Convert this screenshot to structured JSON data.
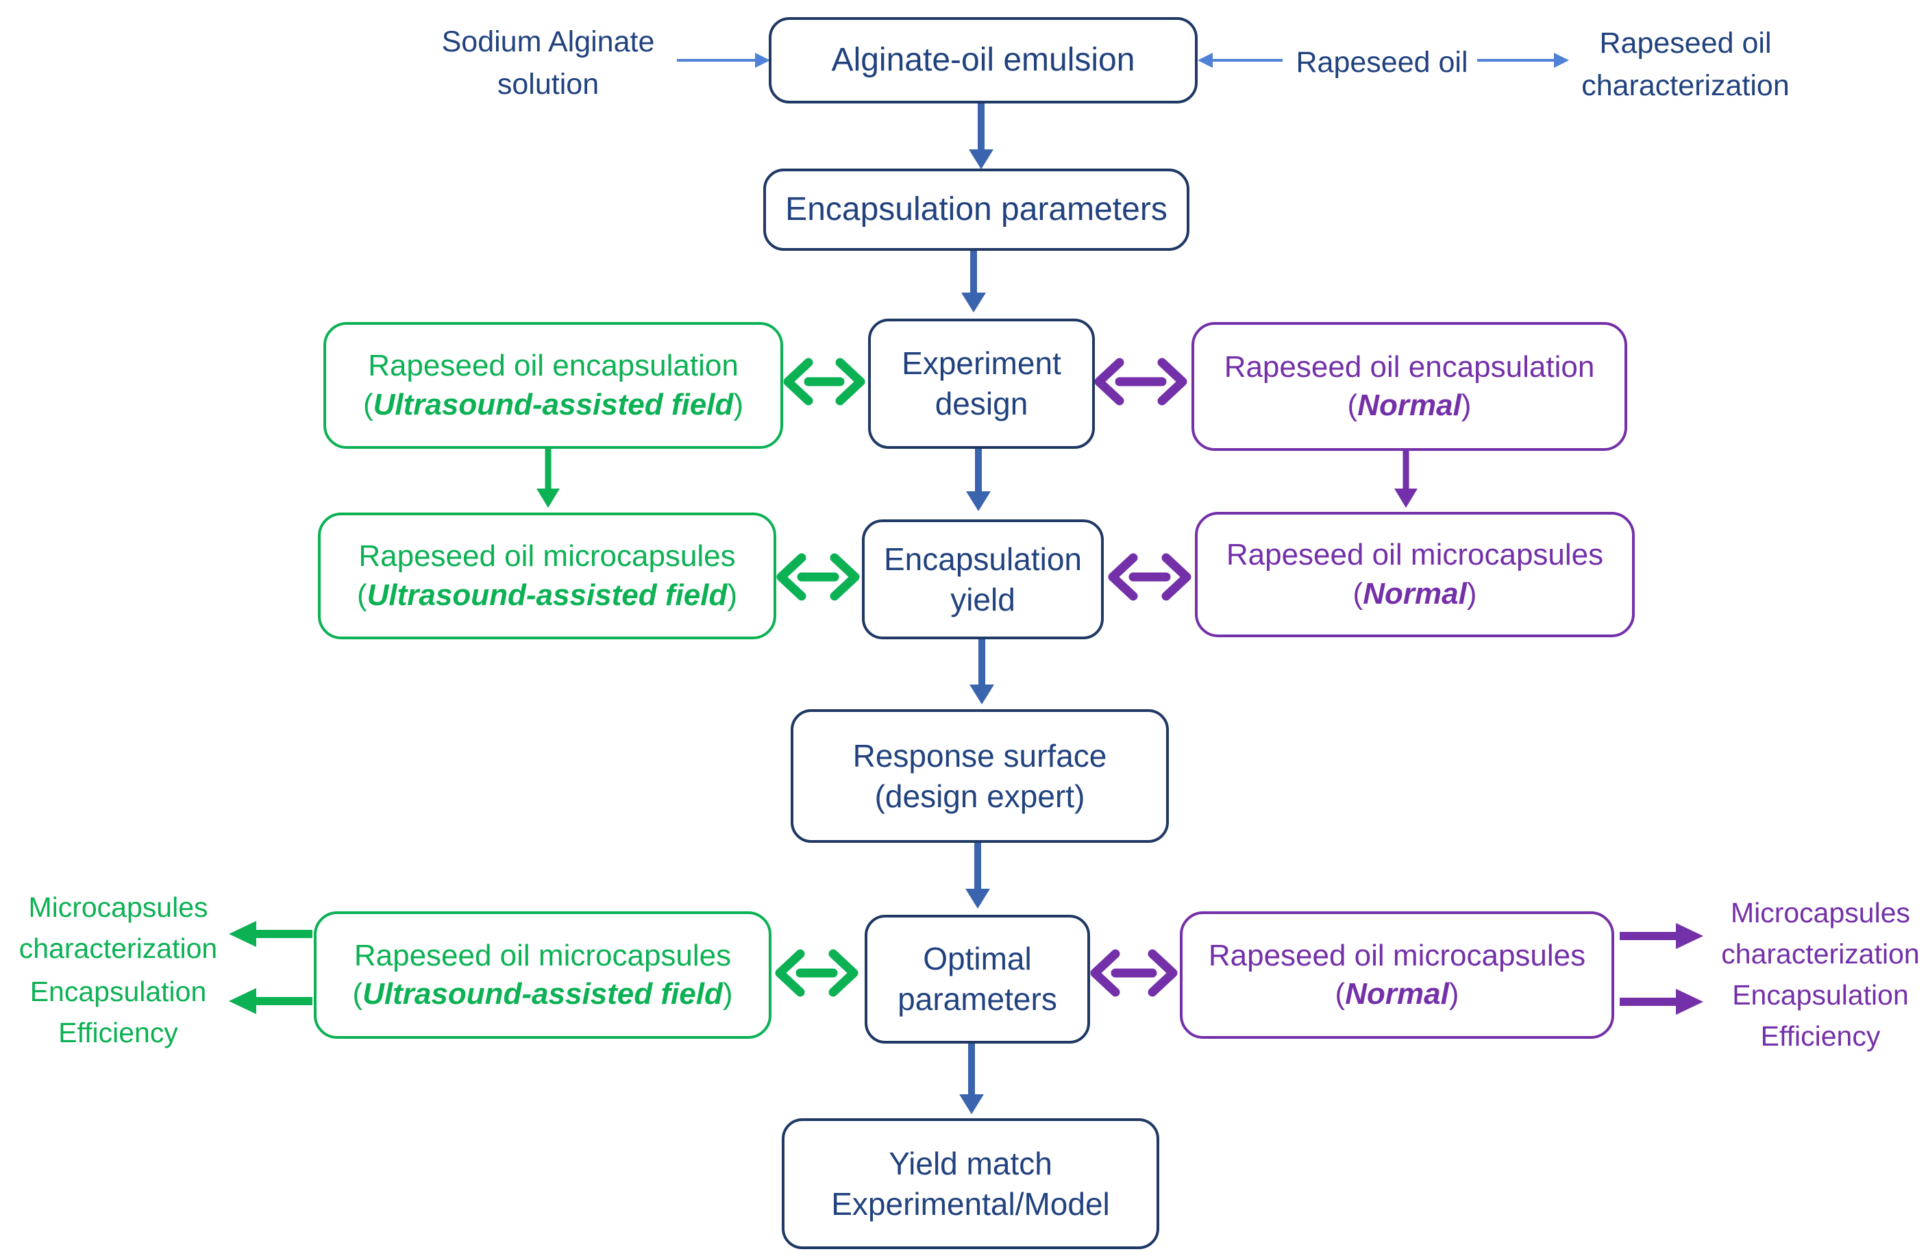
{
  "colors": {
    "navy_border": "#1f3864",
    "navy_text": "#21427e",
    "flow_arrow_blue": "#3b64ae",
    "thin_arrow_light_blue": "#4f81d7",
    "ultrasound_green": "#0cb154",
    "normal_purple": "#7430a8",
    "background": "#ffffff"
  },
  "top_row": {
    "sodium_alginate_solution": {
      "line1": "Sodium Alginate",
      "line2": "solution"
    },
    "alginate_oil_emulsion": "Alginate-oil emulsion",
    "rapeseed_oil": "Rapeseed oil",
    "rapeseed_oil_characterization": {
      "line1": "Rapeseed oil",
      "line2": "characterization"
    }
  },
  "flow": {
    "encapsulation_parameters": "Encapsulation parameters",
    "experiment_design": {
      "line1": "Experiment",
      "line2": "design"
    },
    "encapsulation_yield": {
      "line1": "Encapsulation",
      "line2": "yield"
    },
    "response_surface": {
      "line1": "Response surface",
      "line2": "(design expert)"
    },
    "optimal_parameters": {
      "line1": "Optimal",
      "line2": "parameters"
    },
    "yield_match": {
      "line1": "Yield match",
      "line2": "Experimental/Model"
    }
  },
  "ultrasound_branch": {
    "encapsulation": {
      "line1": "Rapeseed oil encapsulation",
      "open": "(",
      "em": "Ultrasound-assisted field",
      "close": ")"
    },
    "microcapsules": {
      "line1": "Rapeseed oil microcapsules",
      "open": "(",
      "em": "Ultrasound-assisted field",
      "close": ")"
    },
    "microcapsules_optimal": {
      "line1": "Rapeseed oil microcapsules",
      "open": "(",
      "em": "Ultrasound-assisted field",
      "close": ")"
    },
    "microcapsules_characterization": {
      "line1": "Microcapsules",
      "line2": "characterization"
    },
    "encapsulation_efficiency": {
      "line1": "Encapsulation",
      "line2": "Efficiency"
    }
  },
  "normal_branch": {
    "encapsulation": {
      "line1": "Rapeseed oil encapsulation",
      "open": "(",
      "em": "Normal",
      "close": ")"
    },
    "microcapsules": {
      "line1": "Rapeseed oil microcapsules",
      "open": "(",
      "em": "Normal",
      "close": ")"
    },
    "microcapsules_optimal": {
      "line1": "Rapeseed oil microcapsules",
      "open": "(",
      "em": "Normal",
      "close": ")"
    },
    "microcapsules_characterization": {
      "line1": "Microcapsules",
      "line2": "characterization"
    },
    "encapsulation_efficiency": {
      "line1": "Encapsulation",
      "line2": "Efficiency"
    }
  }
}
